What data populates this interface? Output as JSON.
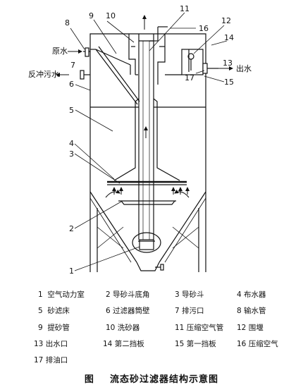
{
  "callouts": {
    "n1": "1",
    "n2": "2",
    "n3": "3",
    "n4": "4",
    "n5": "5",
    "n6": "6",
    "n7": "7",
    "n8": "8",
    "n9": "9",
    "n10": "10",
    "n11": "11",
    "n12": "12",
    "n13": "13",
    "n14": "14",
    "n15": "15",
    "n16": "16",
    "n17": "17"
  },
  "flow_labels": {
    "raw_water": "原水",
    "backwash": "反冲污水",
    "outlet": "出水"
  },
  "legend": [
    {
      "num": "1",
      "text": "空气动力室"
    },
    {
      "num": "2",
      "text": "导砂斗底角"
    },
    {
      "num": "3",
      "text": "导砂斗"
    },
    {
      "num": "4",
      "text": "布水器"
    },
    {
      "num": "5",
      "text": "砂滤床"
    },
    {
      "num": "6",
      "text": "过滤器筒壁"
    },
    {
      "num": "7",
      "text": "排污口"
    },
    {
      "num": "8",
      "text": "输水管"
    },
    {
      "num": "9",
      "text": "提砂管"
    },
    {
      "num": "10",
      "text": "洗砂器"
    },
    {
      "num": "11",
      "text": "压缩空气管"
    },
    {
      "num": "12",
      "text": "围堰"
    },
    {
      "num": "13",
      "text": "出水口"
    },
    {
      "num": "14",
      "text": "第二挡板"
    },
    {
      "num": "15",
      "text": "第一挡板"
    },
    {
      "num": "16",
      "text": "压缩空气"
    },
    {
      "num": "17",
      "text": "排油口"
    }
  ],
  "caption": {
    "prefix": "图",
    "title": "流态砂过滤器结构示意图"
  }
}
